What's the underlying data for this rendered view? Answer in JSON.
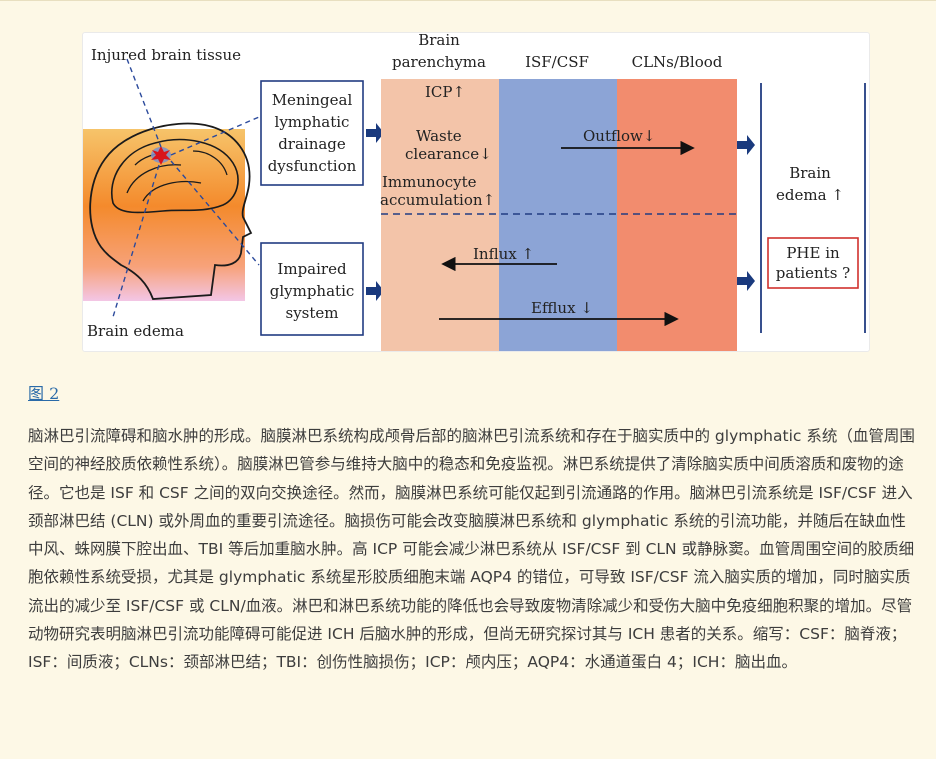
{
  "figure": {
    "labels": {
      "injured_tissue": "Injured brain tissue",
      "brain_edema": "Brain edema",
      "meningeal_box": [
        "Meningeal",
        "lymphatic",
        "drainage",
        "dysfunction"
      ],
      "glymphatic_box": [
        "Impaired",
        "glymphatic",
        "system"
      ],
      "col_parenchyma": [
        "Brain",
        "parenchyma"
      ],
      "col_isf_csf": "ISF/CSF",
      "col_clns_blood": "CLNs/Blood",
      "icp": "ICP",
      "waste": [
        "Waste",
        "clearance"
      ],
      "immunocyte": [
        "Immunocyte",
        "accumulation"
      ],
      "outflow": "Outflow",
      "influx": "Influx",
      "efflux": "Efflux",
      "edema_result": [
        "Brain",
        "edema"
      ],
      "phe": [
        "PHE in",
        "patients ?"
      ],
      "up_arrow": "↑",
      "down_arrow": "↓"
    },
    "colors": {
      "parenchyma": "#f3c4a9",
      "isf_csf": "#8ca4d6",
      "clns_blood": "#f28c6e",
      "arrow_blue": "#1a3a7e",
      "phe_border": "#d0312d",
      "injury_red": "#d8141c"
    }
  },
  "figure_link": "图 2",
  "caption": "脑淋巴引流障碍和脑水肿的形成。脑膜淋巴系统构成颅骨后部的脑淋巴引流系统和存在于脑实质中的 glymphatic 系统（血管周围空间的神经胶质依赖性系统）。脑膜淋巴管参与维持大脑中的稳态和免疫监视。淋巴系统提供了清除脑实质中间质溶质和废物的途径。它也是 ISF 和 CSF 之间的双向交换途径。然而，脑膜淋巴系统可能仅起到引流通路的作用。脑淋巴引流系统是 ISF/CSF 进入颈部淋巴结 (CLN) 或外周血的重要引流途径。脑损伤可能会改变脑膜淋巴系统和 glymphatic 系统的引流功能，并随后在缺血性中风、蛛网膜下腔出血、TBI 等后加重脑水肿。高 ICP 可能会减少淋巴系统从 ISF/CSF 到 CLN 或静脉窦。血管周围空间的胶质细胞依赖性系统受损，尤其是 glymphatic 系统星形胶质细胞末端 AQP4 的错位，可导致 ISF/CSF 流入脑实质的增加，同时脑实质流出的减少至 ISF/CSF 或 CLN/血液。淋巴和淋巴系统功能的降低也会导致废物清除减少和受伤大脑中免疫细胞积聚的增加。尽管动物研究表明脑淋巴引流功能障碍可能促进 ICH 后脑水肿的形成，但尚无研究探讨其与 ICH 患者的关系。缩写：CSF：脑脊液；ISF：间质液；CLNs：颈部淋巴结；TBI：创伤性脑损伤；ICP：颅内压；AQP4：水通道蛋白 4；ICH：脑出血。"
}
